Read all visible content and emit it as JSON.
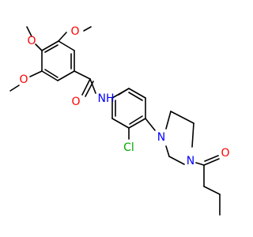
{
  "molecule": {
    "atom_labels": {
      "methoxy_top_o": "O",
      "methoxy_mid_o": "O",
      "methoxy_left_o": "O",
      "carbonyl_o": "O",
      "amide_nh": "NH",
      "chlorine": "Cl",
      "piperazine_n1": "N",
      "piperazine_n4": "N",
      "butanoyl_o": "O"
    },
    "colors": {
      "oxygen": "#ff0000",
      "nitrogen": "#0000ff",
      "chlorine": "#00aa00",
      "bond": "#000000"
    }
  }
}
